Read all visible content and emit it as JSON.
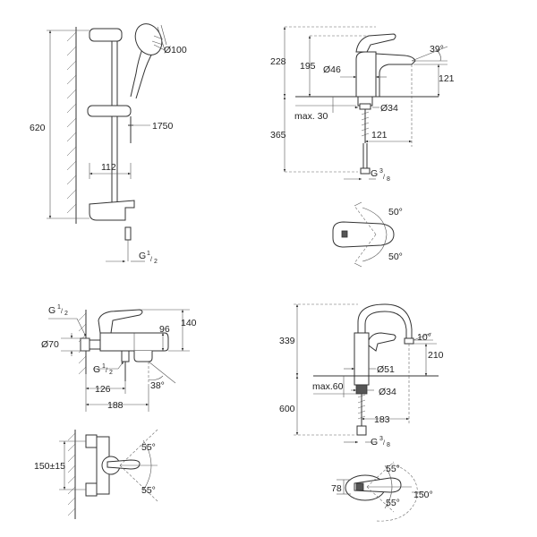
{
  "shower_set": {
    "d_100": "Ø100",
    "d_620": "620",
    "d_1750": "1750",
    "d_112": "112",
    "thread": "G",
    "thread_sup": "1",
    "thread_sub": "2"
  },
  "basin_mixer": {
    "d_228": "228",
    "d_195": "195",
    "d_46": "Ø46",
    "d_39deg": "39°",
    "d_121_v": "121",
    "d_max30": "max. 30",
    "d_34": "Ø34",
    "d_365": "365",
    "d_121_h": "121",
    "thread": "G",
    "thread_sup": "3",
    "thread_sub": "8",
    "d_50deg_top": "50°",
    "d_50deg_bottom": "50°"
  },
  "bath_mixer": {
    "thread_top": "G",
    "thread_top_sup": "1",
    "thread_top_sub": "2",
    "d_70": "Ø70",
    "d_140": "140",
    "d_96": "96",
    "thread_bottom": "G",
    "thread_bottom_sup": "1",
    "thread_bottom_sub": "2",
    "d_126": "126",
    "d_38deg": "38°",
    "d_188": "188",
    "d_55deg_top": "55°",
    "d_150": "150±15",
    "d_55deg_bottom": "55°"
  },
  "sink_mixer": {
    "d_339": "339",
    "d_10deg": "10°",
    "d_210": "210",
    "d_51": "Ø51",
    "d_max60": "max.60",
    "d_34": "Ø34",
    "d_600": "600",
    "d_183": "183",
    "thread": "G",
    "thread_sup": "3",
    "thread_sub": "8",
    "d_78": "78",
    "d_55deg_top": "55°",
    "d_55deg_bottom": "55°",
    "d_150deg": "150°"
  }
}
